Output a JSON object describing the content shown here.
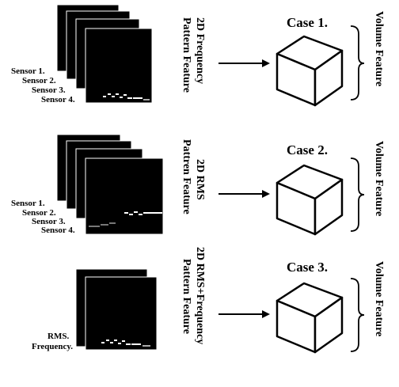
{
  "rows": [
    {
      "sensors": [
        "Sensor 1.",
        "Sensor 2.",
        "Sensor 3.",
        "Sensor 4."
      ],
      "feature_label": [
        "2D Frequency",
        "Pattern Feature"
      ],
      "case_label": "Case 1.",
      "volume_label": "Volume Feature"
    },
    {
      "sensors": [
        "Sensor 1.",
        "Sensor 2.",
        "Sensor 3.",
        "Sensor 4."
      ],
      "feature_label": [
        "2D RMS",
        "Pattren Feature"
      ],
      "case_label": "Case 2.",
      "volume_label": "Volume Feature"
    },
    {
      "sensors": [
        "RMS.",
        "Frequency."
      ],
      "feature_label": [
        "2D RMS+Frequency",
        "Pattern Feature"
      ],
      "case_label": "Case 3.",
      "volume_label": "Volume Feature"
    }
  ],
  "colors": {
    "background": "#ffffff",
    "ink": "#000000",
    "pattern": "#ffffff"
  },
  "icons": {
    "arrow": "right-arrow-icon",
    "cube": "cube-icon",
    "brace": "right-brace-icon"
  }
}
